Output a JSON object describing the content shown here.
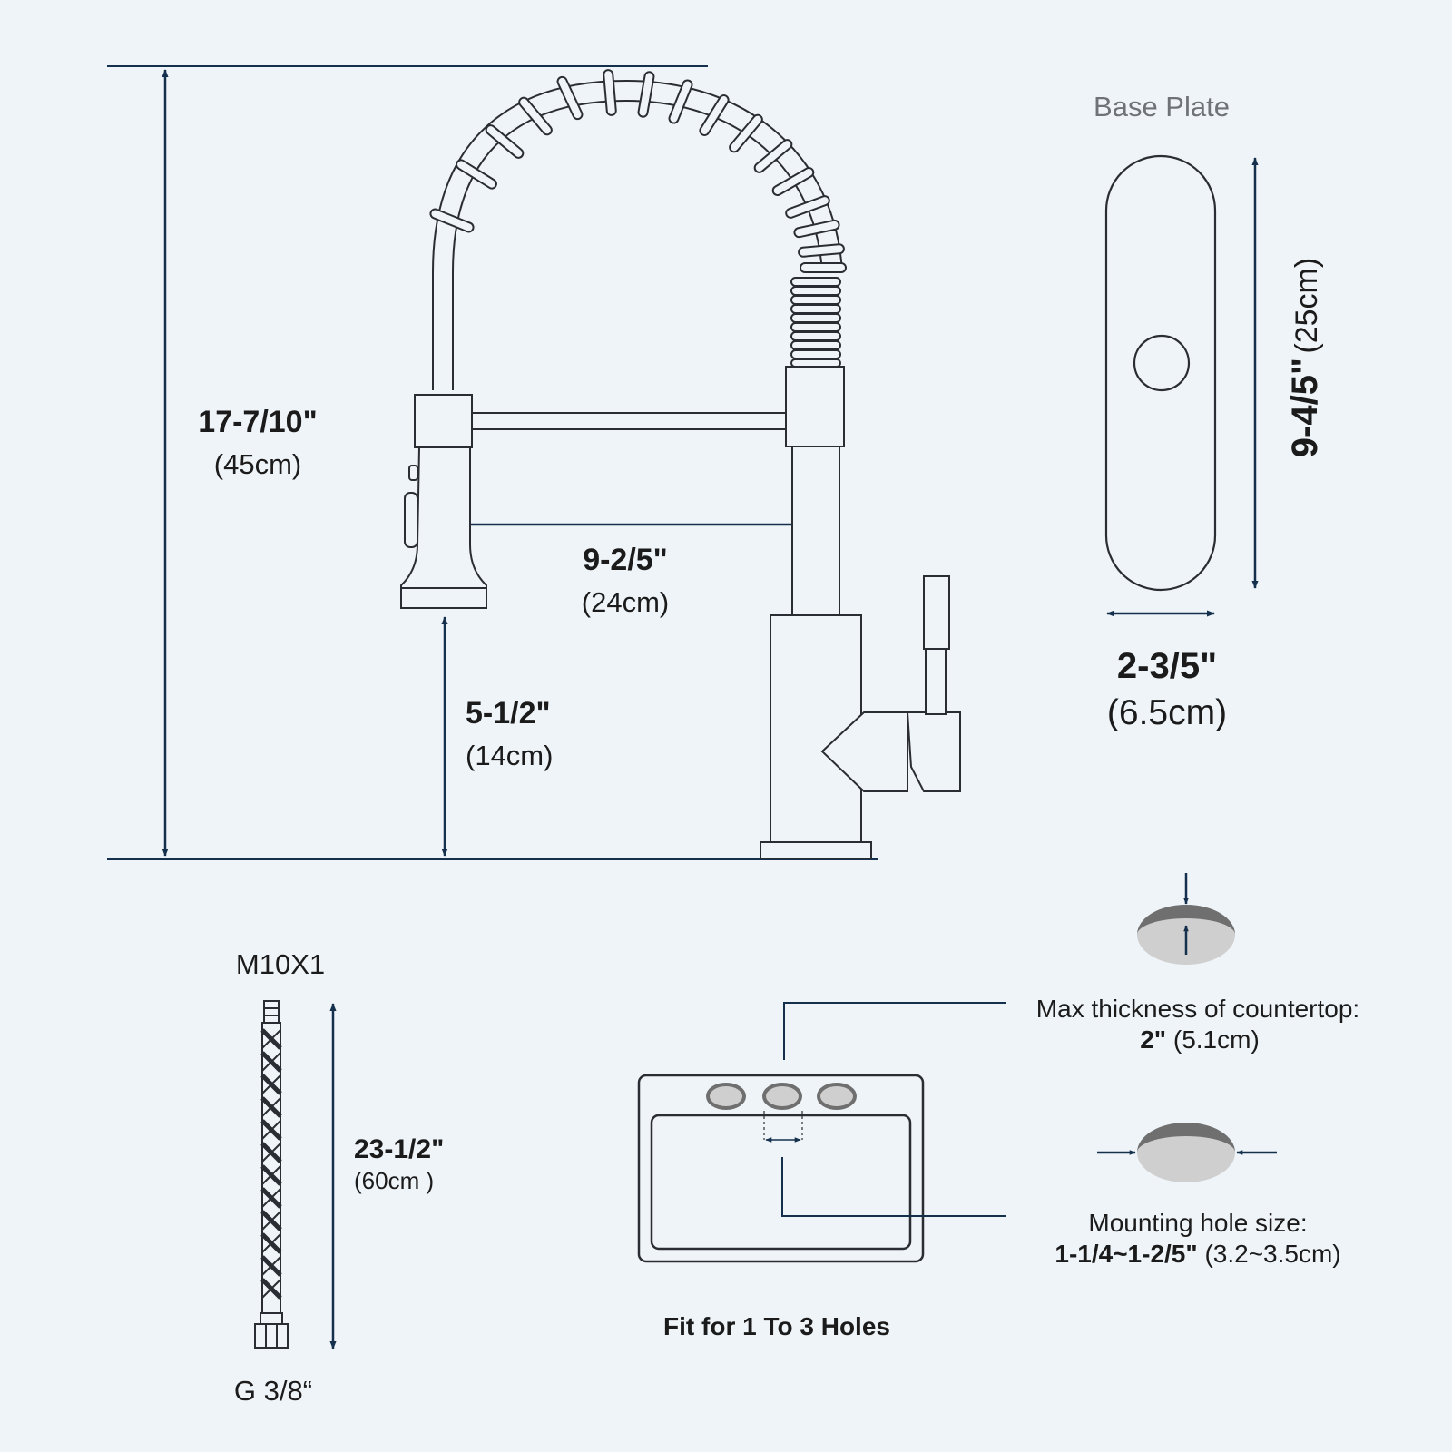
{
  "colors": {
    "background": "#eff4f8",
    "outline": "#2a2d33",
    "dimension_arrow": "#14304d",
    "hole_dark": "#6f6f6f",
    "hole_light": "#cfcfcf"
  },
  "faucet": {
    "height_in": "17-7/10\"",
    "height_cm": "(45cm)",
    "reach_in": "9-2/5\"",
    "reach_cm": "(24cm)",
    "spout_height_in": "5-1/2\"",
    "spout_height_cm": "(14cm)"
  },
  "base_plate": {
    "title": "Base Plate",
    "length_in": "9-4/5\"",
    "length_cm": "(25cm)",
    "width_in": "2-3/5\"",
    "width_cm": "(6.5cm)"
  },
  "hose": {
    "top_thread": "M10X1",
    "bottom_thread": "G 3/8“",
    "length_in": "23-1/2\"",
    "length_cm": "(60cm )"
  },
  "countertop": {
    "thickness_label": "Max thickness of countertop:",
    "thickness_in": "2\"",
    "thickness_cm": "(5.1cm)",
    "hole_label": "Mounting hole size:",
    "hole_in": "1-1/4~1-2/5\"",
    "hole_cm": "(3.2~3.5cm)",
    "fit_label": "Fit for 1 To 3 Holes"
  }
}
